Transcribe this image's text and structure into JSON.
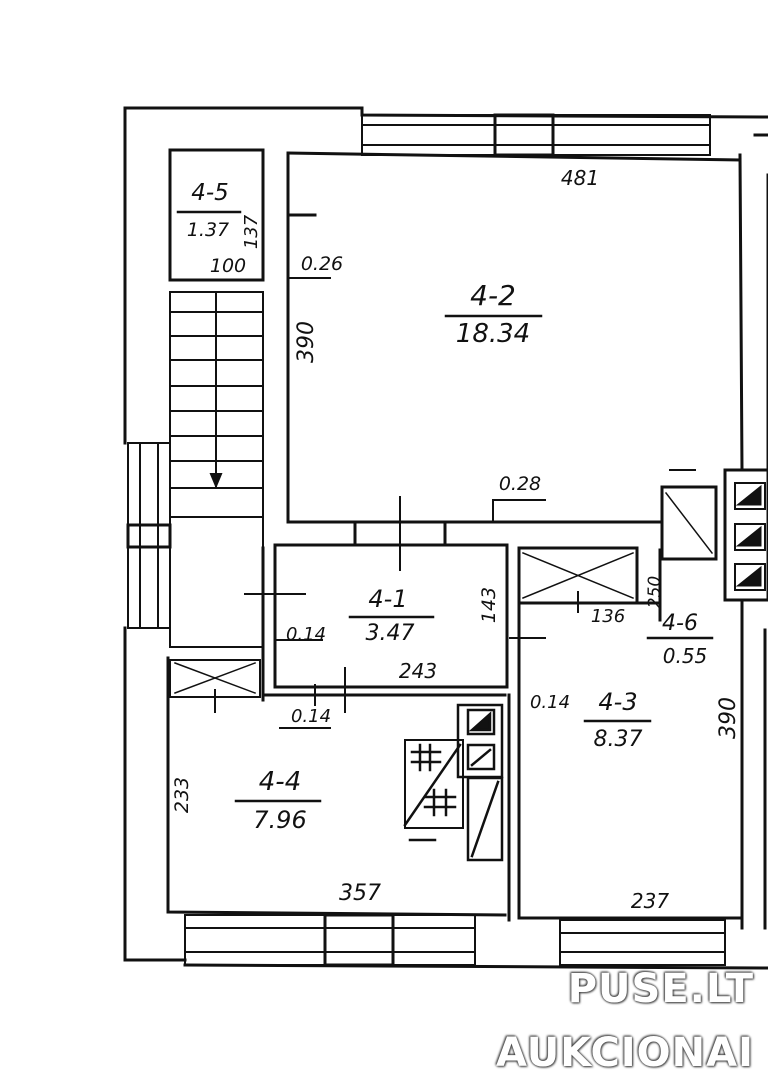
{
  "rooms": [
    {
      "id": "4-5",
      "area": "1.37"
    },
    {
      "id": "4-2",
      "area": "18.34"
    },
    {
      "id": "4-1",
      "area": "3.47"
    },
    {
      "id": "4-6",
      "area": "0.55"
    },
    {
      "id": "4-3",
      "area": "8.37"
    },
    {
      "id": "4-4",
      "area": "7.96"
    }
  ],
  "dimensions": {
    "d481": "481",
    "d390a": "390",
    "d137": "137",
    "d100": "100",
    "d026": "0.26",
    "d028": "0.28",
    "d143": "143",
    "d243": "243",
    "d014a": "0.14",
    "d014b": "0.14",
    "d014c": "0.14",
    "d136": "136",
    "d250": "250",
    "d390b": "390",
    "d233": "233",
    "d357": "357",
    "d237": "237"
  },
  "watermark": {
    "line1": "PUSE.LT",
    "line2": "AUKCIONAI"
  }
}
